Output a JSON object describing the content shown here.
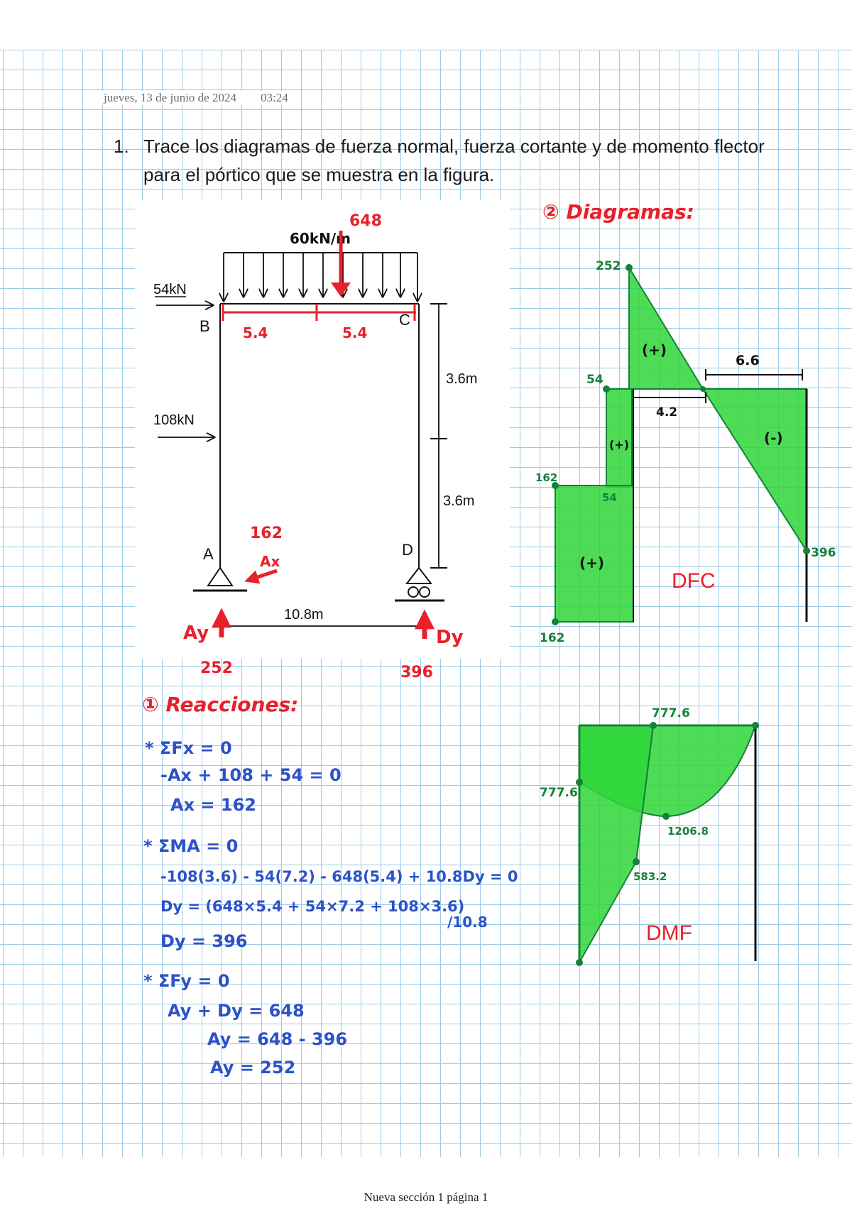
{
  "header": {
    "date": "jueves, 13 de junio de 2024",
    "time": "03:24"
  },
  "problem": {
    "number": "1.",
    "text": "Trace los diagramas de fuerza normal, fuerza cortante y de momento flector para el pórtico que se muestra en la figura."
  },
  "figure": {
    "load_label": "60kN/m",
    "resultant": "648",
    "force_top": "54kN",
    "force_mid": "108kN",
    "node_a": "A",
    "node_b": "B",
    "node_c": "C",
    "node_d": "D",
    "seg_left": "5.4",
    "seg_right": "5.4",
    "height_upper": "3.6m",
    "height_lower": "3.6m",
    "span": "10.8m",
    "ax_value": "162",
    "ax_label": "Ax",
    "ay_label": "Ay",
    "dy_label": "Dy",
    "ay_value": "252",
    "dy_value": "396"
  },
  "diagrams": {
    "title": "② Diagramas:",
    "dfc": {
      "name": "DFC",
      "v_top": "252",
      "v_mid": "54",
      "v_mid2": "54",
      "v_step": "162",
      "v_base": "162",
      "v_right": "396",
      "dist_a": "4.2",
      "dist_b": "6.6",
      "sign_pos1": "(+)",
      "sign_pos2": "(+)",
      "sign_pos3": "(+)",
      "sign_neg": "(-)"
    },
    "dmf": {
      "name": "DMF",
      "m_top": "777.6",
      "m_left": "777.6",
      "m_max": "1206.8",
      "m_mid": "583.2"
    }
  },
  "reactions": {
    "title": "① Reacciones:",
    "lines": [
      "* ΣFx = 0",
      "-Ax + 108 + 54 = 0",
      "Ax = 162",
      "* ΣMA = 0",
      "-108(3.6) - 54(7.2) - 648(5.4) + 10.8Dy = 0",
      "Dy = (648×5.4 + 54×7.2 + 108×3.6)",
      "/10.8",
      "Dy = 396",
      "* ΣFy = 0",
      "Ay + Dy = 648",
      "Ay = 648 - 396",
      "Ay = 252"
    ]
  },
  "footer": {
    "text": "Nueva sección 1 página 1"
  },
  "colors": {
    "red": "#e8202a",
    "blue": "#2c52c8",
    "green": "#2fd63a",
    "darkgreen": "#14823a"
  }
}
